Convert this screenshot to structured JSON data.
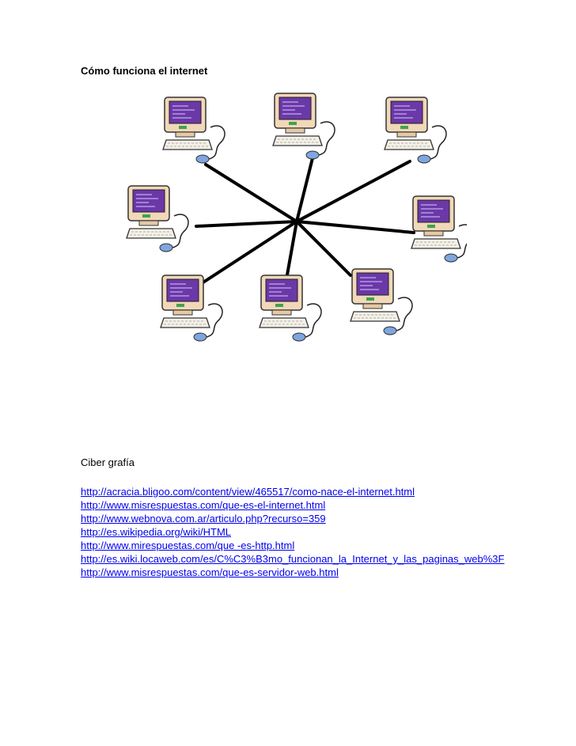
{
  "document": {
    "title": "Cómo funciona el internet",
    "bibliography_heading": "Ciber grafía",
    "links": [
      "http://acracia.bligoo.com/content/view/465517/como-nace-el-internet.html",
      "http://www.misrespuestas.com/que-es-el-internet.html",
      "http://www.webnova.com.ar/articulo.php?recurso=359",
      "http://es.wikipedia.org/wiki/HTML",
      "http://www.mirespuestas.com/que -es-http.html",
      "http://es.wiki.locaweb.com/es/C%C3%B3mo_funcionan_la_Internet_y_las_paginas_web%3F",
      "http://www.misrespuestas.com/que-es-servidor-web.html"
    ]
  },
  "figure": {
    "icon": "computer-icon",
    "colors": {
      "monitor_casing": "#f1d8b8",
      "screen": "#6b38a8",
      "keyboard": "#f4f0e6",
      "mouse": "#7fa6e0",
      "cable": "#222222",
      "line": "#000000"
    }
  }
}
